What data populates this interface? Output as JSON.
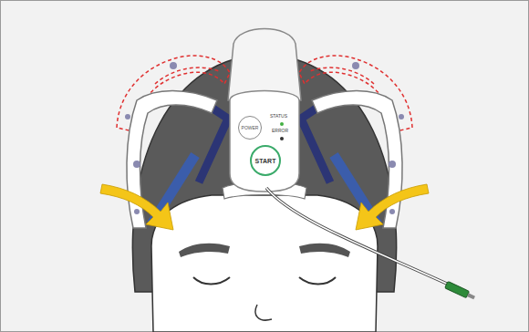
{
  "diagram": {
    "nodes": [
      {
        "text": [
          "POWER"
        ]
      },
      {
        "text": [
          "START"
        ]
      }
    ],
    "labels": [
      "STATUS",
      "ERROR"
    ]
  }
}
